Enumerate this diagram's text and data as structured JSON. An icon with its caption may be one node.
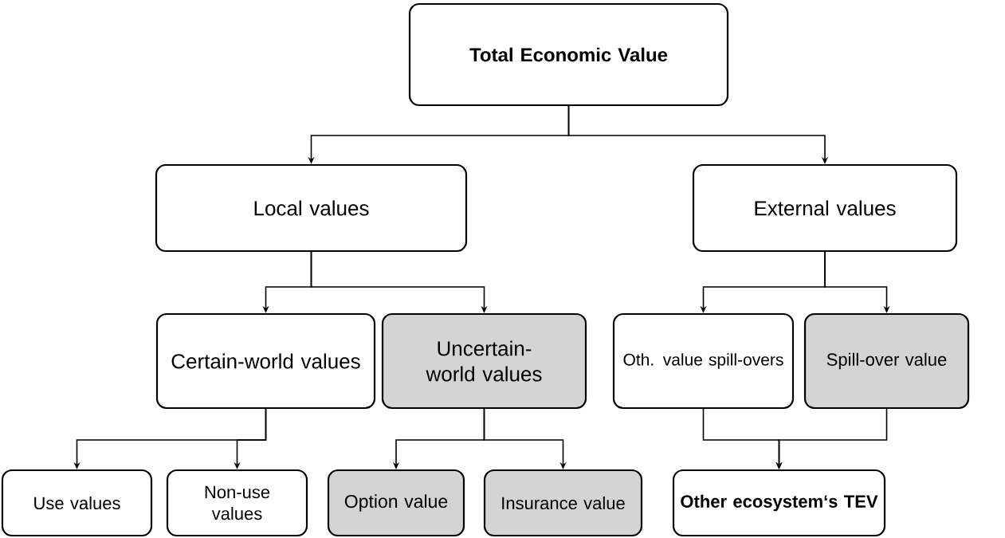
{
  "diagram": {
    "nodes": [
      {
        "text": [
          "Total Economic Value"
        ]
      },
      {
        "text": [
          "Local values"
        ]
      },
      {
        "text": [
          "External values"
        ]
      },
      {
        "text": [
          "Certain-world values"
        ]
      },
      {
        "text": [
          "Uncertain-world values"
        ]
      },
      {
        "text": [
          "Oth. value spill-overs"
        ]
      },
      {
        "text": [
          "Spill-over value"
        ]
      },
      {
        "text": [
          "Use values"
        ]
      },
      {
        "text": [
          "Non-use values"
        ]
      },
      {
        "text": [
          "Option value"
        ]
      },
      {
        "text": [
          "Insurance value"
        ]
      },
      {
        "text": [
          "Other ecosystem‘s TEV"
        ]
      }
    ],
    "edges": [
      {
        "from": 0,
        "to": 1,
        "arrow": "to"
      },
      {
        "from": 0,
        "to": 2,
        "arrow": "to"
      },
      {
        "from": 1,
        "to": 3,
        "arrow": "to"
      },
      {
        "from": 1,
        "to": 4,
        "arrow": "to"
      },
      {
        "from": 2,
        "to": 5,
        "arrow": "to"
      },
      {
        "from": 2,
        "to": 6,
        "arrow": "to"
      },
      {
        "from": 3,
        "to": 7,
        "arrow": "to"
      },
      {
        "from": 3,
        "to": 8,
        "arrow": "to"
      },
      {
        "from": 4,
        "to": 9,
        "arrow": "to"
      },
      {
        "from": 4,
        "to": 10,
        "arrow": "to"
      },
      {
        "from": 5,
        "to": 11,
        "arrow": "to"
      },
      {
        "from": 6,
        "to": 11,
        "arrow": "to"
      }
    ]
  }
}
